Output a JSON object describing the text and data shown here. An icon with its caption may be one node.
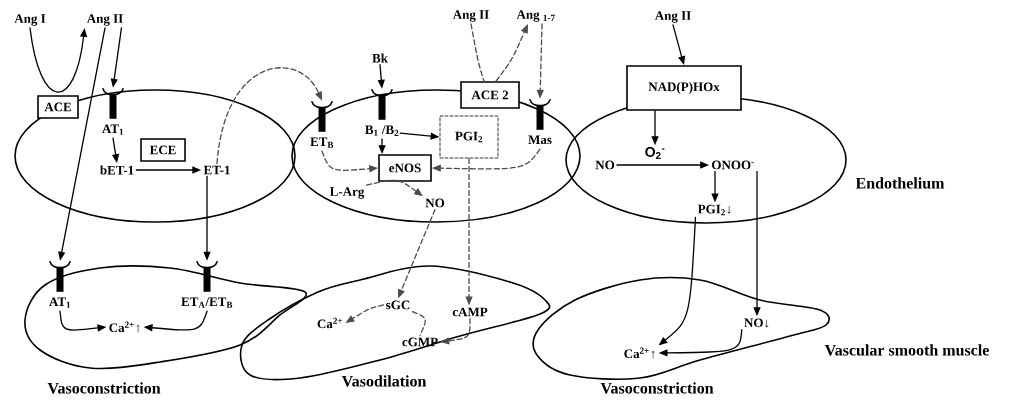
{
  "diagram": {
    "nodes": [
      {
        "text": [
          "Ang I"
        ]
      },
      {
        "text": [
          "Ang II"
        ]
      },
      {
        "text": [],
        "shape": "ellipse"
      },
      {
        "text": [
          "ACE"
        ]
      },
      {
        "text": [
          "AT$_{1}$"
        ],
        "in": 2
      },
      {
        "text": [
          "ECE"
        ],
        "in": 2
      },
      {
        "text": [
          "bET-1"
        ],
        "in": 2
      },
      {
        "text": [
          "ET-1"
        ],
        "in": 2
      },
      {
        "text": [],
        "shape": "ellipse"
      },
      {
        "text": [
          "ET$_{B}$"
        ],
        "in": 8
      },
      {
        "text": [
          "Bk"
        ]
      },
      {
        "text": [
          "B$_{1}$ /B$_{2}$"
        ],
        "in": 8
      },
      {
        "text": [
          "Ang II"
        ]
      },
      {
        "text": [
          "Ang $_{1-7}$"
        ]
      },
      {
        "text": [
          "ACE 2"
        ]
      },
      {
        "text": [
          "Mas"
        ],
        "in": 8
      },
      {
        "text": [
          "PGI$_{2}$"
        ],
        "in": 8
      },
      {
        "text": [
          "eNOS"
        ],
        "in": 8
      },
      {
        "text": [
          "L-Arg"
        ],
        "in": 8
      },
      {
        "text": [
          "NO"
        ],
        "in": 8
      },
      {
        "text": [],
        "shape": "ellipse"
      },
      {
        "text": [
          "Ang II"
        ]
      },
      {
        "text": [
          "NAD(P)HOx"
        ]
      },
      {
        "text": [
          "O$_{2}$$^{-}$"
        ],
        "in": 20
      },
      {
        "text": [
          "NO"
        ],
        "in": 20
      },
      {
        "text": [
          "ONOO$^{-}$"
        ],
        "in": 20
      },
      {
        "text": [
          "PGI$_{2}$↓"
        ],
        "in": 20
      },
      {
        "text": [],
        "shape": "blob"
      },
      {
        "text": [
          "AT$_{1}$"
        ],
        "in": 27
      },
      {
        "text": [
          "ET$_{A}$/ET$_{B}$"
        ],
        "in": 27
      },
      {
        "text": [
          "Ca$^{2+}$↑"
        ],
        "in": 27
      },
      {
        "text": [],
        "shape": "blob"
      },
      {
        "text": [
          "sGC"
        ],
        "in": 31
      },
      {
        "text": [
          "cAMP"
        ],
        "in": 31
      },
      {
        "text": [
          "Ca$^{2+}$"
        ],
        "in": 31
      },
      {
        "text": [
          "cGMP"
        ],
        "in": 31
      },
      {
        "text": [],
        "shape": "blob"
      },
      {
        "text": [
          "NO↓"
        ],
        "in": 36
      },
      {
        "text": [
          "Ca$^{2+}$↑"
        ],
        "in": 36
      }
    ],
    "edges": [
      {
        "from": 0,
        "to": 1,
        "arrow": "to"
      },
      {
        "from": 1,
        "to": 4,
        "arrow": "to"
      },
      {
        "from": 1,
        "to": 28,
        "arrow": "to"
      },
      {
        "from": 4,
        "to": 6,
        "arrow": "to"
      },
      {
        "from": 6,
        "to": 7,
        "arrow": "to"
      },
      {
        "from": 7,
        "to": 29,
        "arrow": "to"
      },
      {
        "from": 7,
        "to": 9,
        "arrow": "to",
        "style": "dashed"
      },
      {
        "from": 28,
        "to": 30,
        "arrow": "to"
      },
      {
        "from": 29,
        "to": 30,
        "arrow": "to"
      },
      {
        "from": 10,
        "to": 11,
        "arrow": "to"
      },
      {
        "from": 11,
        "to": 17,
        "arrow": "to"
      },
      {
        "from": 11,
        "to": 16,
        "arrow": "to"
      },
      {
        "from": 9,
        "to": 17,
        "arrow": "to",
        "style": "dashed"
      },
      {
        "from": 15,
        "to": 17,
        "arrow": "to",
        "style": "dashed"
      },
      {
        "from": 18,
        "to": 19,
        "arrow": "to",
        "style": "dashed"
      },
      {
        "from": 19,
        "to": 32,
        "arrow": "to",
        "style": "dashed"
      },
      {
        "from": 16,
        "to": 33,
        "arrow": "to",
        "style": "dashed"
      },
      {
        "from": 12,
        "to": 14,
        "arrow": "none",
        "style": "dashed"
      },
      {
        "from": 14,
        "to": 13,
        "arrow": "to",
        "style": "dashed"
      },
      {
        "from": 13,
        "to": 15,
        "arrow": "to",
        "style": "dashed"
      },
      {
        "from": 32,
        "to": 34,
        "arrow": "to",
        "style": "dashed"
      },
      {
        "from": 32,
        "to": 35,
        "arrow": "none",
        "style": "dashed"
      },
      {
        "from": 33,
        "to": 35,
        "arrow": "to",
        "style": "dashed"
      },
      {
        "from": 21,
        "to": 22,
        "arrow": "to"
      },
      {
        "from": 22,
        "to": 23,
        "arrow": "to"
      },
      {
        "from": 24,
        "to": 25,
        "arrow": "to"
      },
      {
        "from": 25,
        "to": 26,
        "arrow": "to"
      },
      {
        "from": 25,
        "to": 37,
        "arrow": "to"
      },
      {
        "from": 26,
        "to": 38,
        "arrow": "to"
      },
      {
        "from": 37,
        "to": 38,
        "arrow": "to"
      }
    ],
    "labels": [
      "Endothelium",
      "Vascular smooth muscle",
      "Vasoconstriction",
      "Vasodilation",
      "Vasoconstriction"
    ]
  }
}
